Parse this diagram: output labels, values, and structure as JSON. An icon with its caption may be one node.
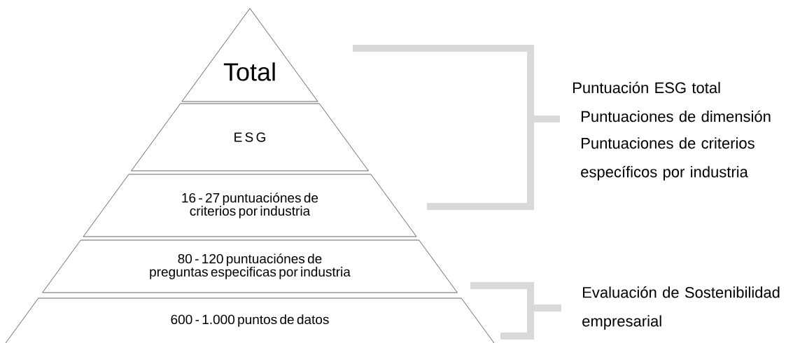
{
  "diagram": {
    "nodes": [
      {
        "text": [
          "Total"
        ]
      },
      {
        "text": [
          "E S G"
        ]
      },
      {
        "text": [
          "16 - 27 puntuaciónes de criterios por industria"
        ]
      },
      {
        "text": [
          "80 - 120 puntuaciónes de preguntas especificas por industria"
        ]
      },
      {
        "text": [
          "600 - 1.000 puntos de datos"
        ]
      }
    ],
    "labels": [
      "Puntuación ESG total",
      "Puntuaciones de dimensión",
      "Puntuaciones de criterios específicos por industria",
      "Evaluación de Sostenibilidad empresarial"
    ]
  }
}
